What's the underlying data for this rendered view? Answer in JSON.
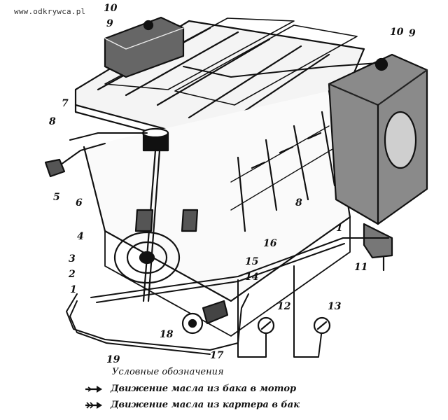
{
  "watermark": "www.odkrywca.pl",
  "labels": [
    "10",
    "9",
    "7",
    "8",
    "6",
    "4",
    "5",
    "3",
    "2",
    "1",
    "19",
    "18",
    "17",
    "14",
    "15",
    "16",
    "8",
    "12",
    "13",
    "1",
    "11",
    "10",
    "9"
  ],
  "legend": {
    "title": "Условные обозначения",
    "items": [
      "Движение масла из бака в мотор",
      "Движение масла из картера в бак"
    ]
  }
}
